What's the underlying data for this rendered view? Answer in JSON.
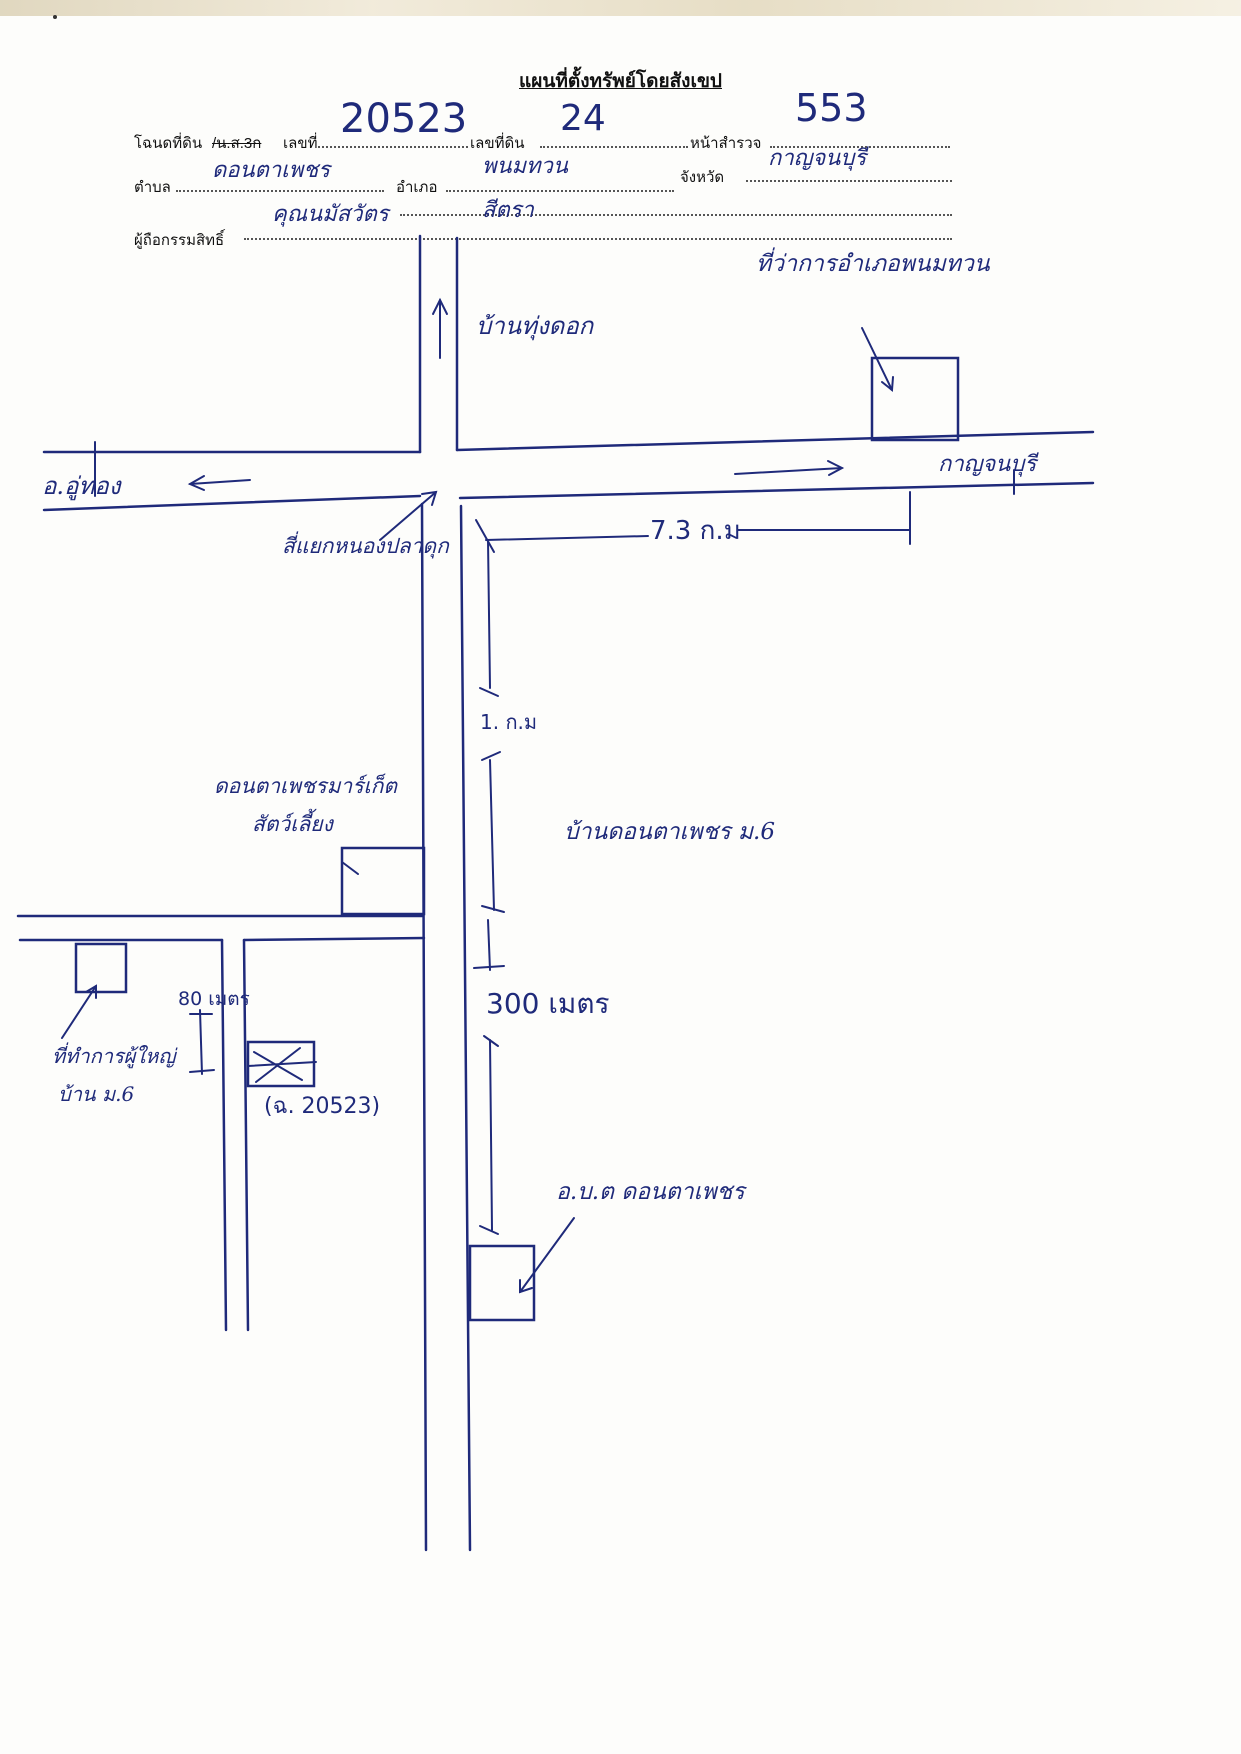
{
  "form": {
    "title": "แผนที่ตั้งทรัพย์โดยสังเขป",
    "deed_label": "โฉนดที่ดิน",
    "deed_struck": "/น.ส.3ก",
    "number_label": "เลขที่",
    "land_no_label": "เลขที่ดิน",
    "survey_label": "หน้าสำรวจ",
    "subdistrict_label": "ตำบล",
    "district_label": "อำเภอ",
    "province_label": "จังหวัด",
    "owner_label": "ผู้ถือกรรมสิทธิ์"
  },
  "handwritten": {
    "deed_number": "20523",
    "land_number": "24",
    "survey_page": "553",
    "subdistrict": "ดอนตาเพชร",
    "district": "พนมทวน",
    "province": "กาญจนบุรี",
    "owner_first": "คุณนมัสวัตร",
    "owner_last": "สีตรา"
  },
  "map": {
    "district_office": "ที่ว่าการอำเภอพนมทวน",
    "to_village_north": "บ้านทุ่งดอก",
    "to_u_thong": "อ.อู่ทอง",
    "to_kanchanaburi": "กาญจนบุรี",
    "intersection": "สี่แยกหนองปลาดุก",
    "dist_7_3": "7.3 ก.ม",
    "dist_1": "1. ก.ม",
    "donta_store_1": "ดอนตาเพชรมาร์เก็ต",
    "donta_store_2": "สัตว์เลี้ยง",
    "village_moo6": "บ้านดอนตาเพชร ม.6",
    "dist_300": "300 เมตร",
    "dist_80": "80 เมตร",
    "headman_1": "ที่ทำการผู้ใหญ่",
    "headman_2": "บ้าน ม.6",
    "property": "(ฉ. 20523)",
    "sao_office": "อ.บ.ต ดอนตาเพชร"
  }
}
